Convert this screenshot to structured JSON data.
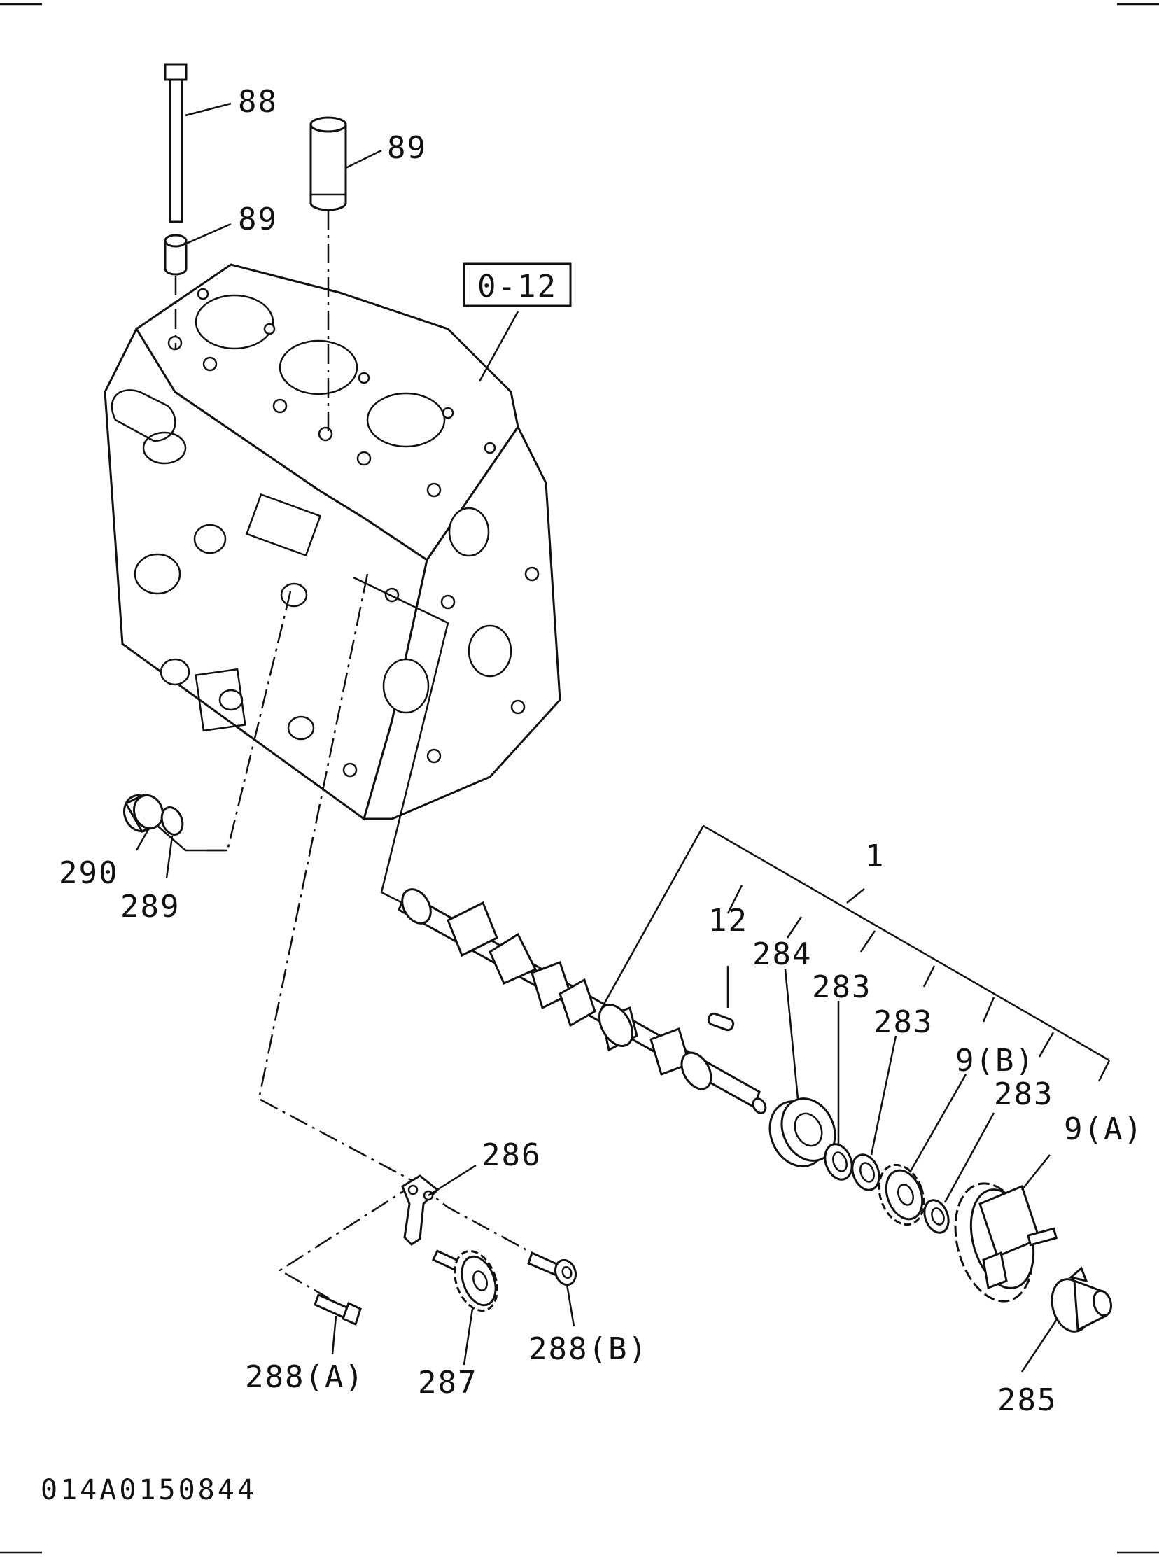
{
  "diagram": {
    "reference_box": "0-12",
    "drawing_code": "014A0150844",
    "callouts": {
      "c88": "88",
      "c89_top": "89",
      "c89_left": "89",
      "c290": "290",
      "c289": "289",
      "c1": "1",
      "c12": "12",
      "c284": "284",
      "c283_a": "283",
      "c283_b": "283",
      "c9b": "9(B)",
      "c283_c": "283",
      "c9a": "9(A)",
      "c286": "286",
      "c288a": "288(A)",
      "c287": "287",
      "c288b": "288(B)",
      "c285": "285"
    }
  }
}
